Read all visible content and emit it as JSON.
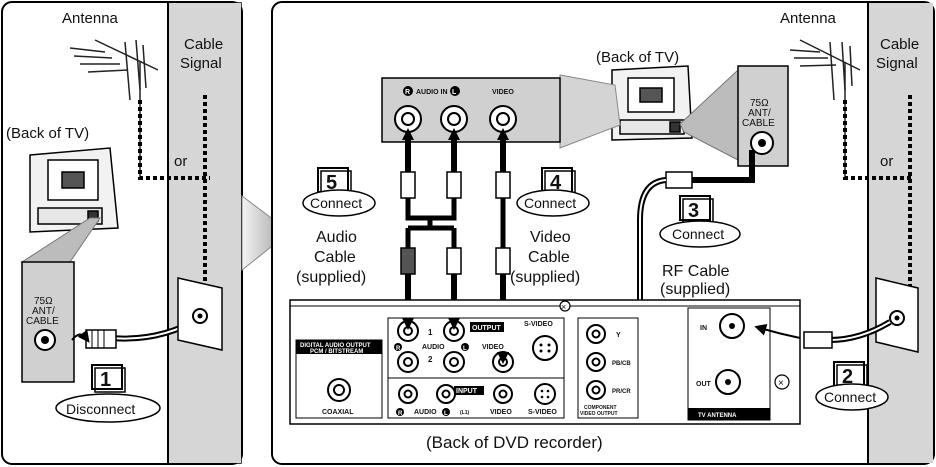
{
  "left_panel": {
    "antenna_label": "Antenna",
    "cable_label_line1": "Cable",
    "cable_label_line2": "Signal",
    "or_label": "or",
    "back_of_tv_label": "(Back of TV)",
    "port_line1": "75Ω",
    "port_line2": "ANT/",
    "port_line3": "CABLE",
    "step_number": "1",
    "step_label": "Disconnect"
  },
  "right_panel": {
    "antenna_label": "Antenna",
    "cable_label_line1": "Cable",
    "cable_label_line2": "Signal",
    "or_label": "or",
    "back_of_tv_label": "(Back of TV)",
    "tv_port_line1": "75Ω",
    "tv_port_line2": "ANT/",
    "tv_port_line3": "CABLE",
    "tv_jacks": {
      "audio_in_label": "AUDIO IN",
      "audio_r": "R",
      "audio_l": "L",
      "video_label": "VIDEO"
    },
    "steps": [
      {
        "number": "5",
        "label": "Connect",
        "cable_line1": "Audio",
        "cable_line2": "Cable",
        "cable_line3": "(supplied)"
      },
      {
        "number": "4",
        "label": "Connect",
        "cable_line1": "Video",
        "cable_line2": "Cable",
        "cable_line3": "(supplied)"
      },
      {
        "number": "3",
        "label": "Connect",
        "cable_line1": "RF Cable",
        "cable_line2": "(supplied)"
      },
      {
        "number": "2",
        "label": "Connect"
      }
    ],
    "recorder": {
      "caption": "(Back of DVD recorder)",
      "digital_audio_output": "DIGITAL AUDIO OUTPUT",
      "pcm_bitstream": "PCM / BITSTREAM",
      "coaxial": "COAXIAL",
      "output_label": "OUTPUT",
      "input_label": "INPUT",
      "input_sub": "(L1)",
      "audio_label": "AUDIO",
      "video_label": "VIDEO",
      "svideo_label": "S-VIDEO",
      "row1": "1",
      "row2": "2",
      "r": "R",
      "l": "L",
      "component_y": "Y",
      "component_pb": "PB/CB",
      "component_pr": "PR/CR",
      "component_label1": "COMPONENT",
      "component_label2": "VIDEO OUTPUT",
      "in_label": "IN",
      "out_label": "OUT",
      "tv_antenna_label": "TV ANTENNA"
    }
  }
}
